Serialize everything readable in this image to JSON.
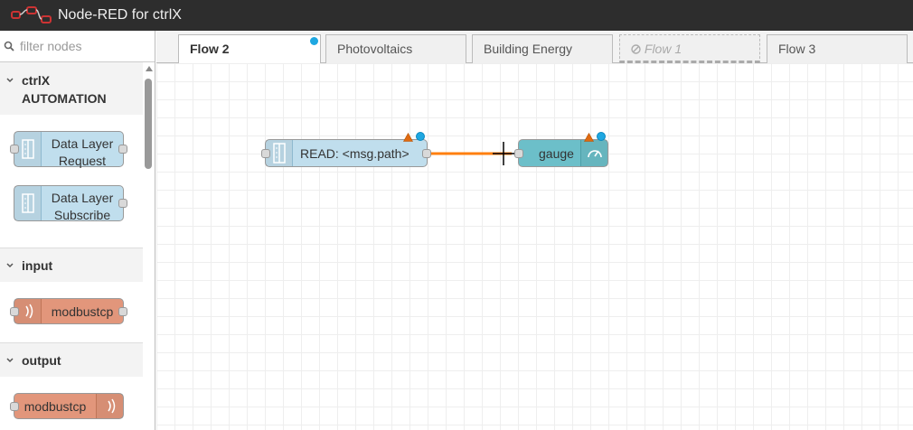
{
  "app": {
    "title": "Node-RED for ctrlX"
  },
  "palette": {
    "search_placeholder": "filter nodes",
    "categories": [
      {
        "label_line1": "ctrlX",
        "label_line2": "AUTOMATION"
      },
      {
        "label": "input"
      },
      {
        "label": "output"
      }
    ],
    "nodes": [
      {
        "line1": "Data Layer",
        "line2": "Request"
      },
      {
        "line1": "Data Layer",
        "line2": "Subscribe"
      },
      {
        "label": "modbustcp"
      },
      {
        "label": "modbustcp"
      }
    ]
  },
  "tabs": [
    {
      "label": "Flow 2",
      "state": "active"
    },
    {
      "label": "Photovoltaics",
      "state": "normal"
    },
    {
      "label": "Building Energy",
      "state": "normal"
    },
    {
      "label": "Flow 1",
      "state": "disabled"
    },
    {
      "label": "Flow 3",
      "state": "normal"
    }
  ],
  "flow": {
    "nodes": [
      {
        "label": "READ: <msg.path>",
        "type": "data-layer-request"
      },
      {
        "label": "gauge",
        "type": "gauge"
      }
    ]
  },
  "colors": {
    "header_bg": "#2d2d2d",
    "ctrlx_node": "#c0deed",
    "modbus_node": "#e2967b",
    "gauge_node": "#6cbfc9",
    "wire_selected": "#ff7f0e",
    "changed_dot": "#1ea7e1",
    "warning": "#e06a10"
  },
  "icons": {
    "logo": "node-red-logo",
    "search": "search-icon",
    "chevron": "chevron-down-icon",
    "data_layer": "data-layer-icon",
    "modbus": "wireless-signal-icon",
    "gauge": "gauge-icon",
    "disabled": "disabled-circle-icon",
    "warning": "warning-triangle-icon"
  }
}
